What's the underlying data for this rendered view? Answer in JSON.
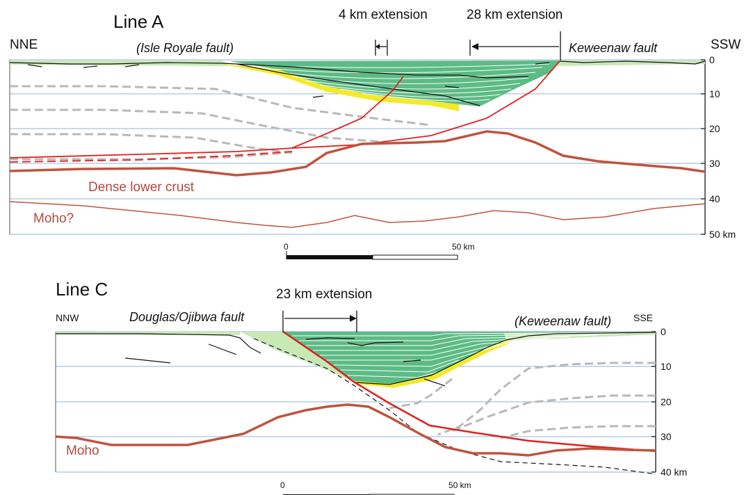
{
  "line_a": {
    "title": "Line A",
    "left_dir": "NNE",
    "right_dir": "SSW",
    "fault_left": "(Isle Royale fault)",
    "fault_right": "Keweenaw fault",
    "ext_small": "4 km extension",
    "ext_large": "28 km extension",
    "layer_lower": "Dense lower crust",
    "layer_moho": "Moho?",
    "depth_ticks": [
      "0",
      "10",
      "20",
      "30",
      "40",
      "50 km"
    ],
    "scale_start": "0",
    "scale_end": "50 km"
  },
  "line_c": {
    "title": "Line C",
    "left_dir": "NNW",
    "right_dir": "SSE",
    "fault_left": "Douglas/Ojibwa fault",
    "fault_right": "(Keweenaw fault)",
    "ext": "23 km extension",
    "layer_moho": "Moho",
    "depth_ticks": [
      "0",
      "10",
      "20",
      "30",
      "40 km"
    ],
    "scale_start": "0",
    "scale_end": "50 km"
  },
  "colors": {
    "basin_green": "#5dbb86",
    "shelf_green": "#c8e9b5",
    "fault_red": "#e0201e",
    "moho_brown": "#c0533d",
    "grid_blue": "#8fb6d6",
    "gray_dashed": "#b8b8b8",
    "sand_yellow": "#f2ea2c"
  }
}
